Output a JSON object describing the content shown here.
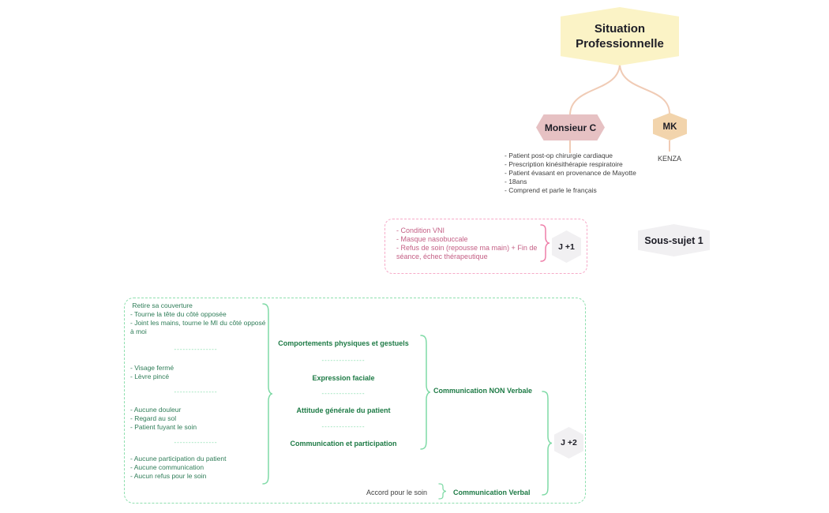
{
  "root_node": {
    "label": "Situation Professionnelle"
  },
  "monsieur_c": {
    "label": "Monsieur C",
    "details": [
      "- Patient post-op chirurgie cardiaque",
      "- Prescription kinésithérapie respiratoire",
      "- Patient évasant en provenance de Mayotte",
      "- 18ans",
      "- Comprend et parle le français"
    ]
  },
  "mk": {
    "label": "MK",
    "subtitle": "KENZA"
  },
  "day1": {
    "node_label": "J +1",
    "items": [
      "- Condition VNI",
      "- Masque nasobuccale",
      "- Refus de soin (repousse ma main) + Fin de séance, échec thérapeutique"
    ]
  },
  "sous_sujet": {
    "label": "Sous-sujet 1"
  },
  "day2": {
    "node_label": "J +2",
    "separator": "---------------",
    "observation_groups": [
      {
        "lines": [
          " Retire sa couverture",
          "- Tourne la tête du côté opposée",
          "- Joint les mains, tourne le MI du côté opposé à moi"
        ]
      },
      {
        "lines": [
          "- Visage fermé",
          "- Lèvre pincé"
        ]
      },
      {
        "lines": [
          "- Aucune douleur",
          "- Regard au sol",
          "- Patient fuyant le soin"
        ]
      },
      {
        "lines": [
          "- Aucune participation du patient",
          "- Aucune communication",
          "- Aucun refus pour le soin"
        ]
      }
    ],
    "categories": [
      "Comportements physiques et gestuels",
      "Expression faciale",
      "Attitude générale du patient",
      "Communication et participation"
    ],
    "non_verbal_label": "Communication NON Verbale",
    "accord_label": "Accord pour le soin",
    "verbal_label": "Communication Verbal"
  },
  "colors": {
    "root_fill": "#fbf3c6",
    "monsieur_fill": "#e6c1c3",
    "mk_fill": "#f2d4ac",
    "gray_node_fill": "#f1f0f2",
    "connector": "#f0cbb5",
    "pink_border": "#f6aac8",
    "pink_text": "#c45f85",
    "pink_brace": "#ee7fa9",
    "green_border": "#8edfaf",
    "green_text": "#2f7d58",
    "green_bold_text": "#1d7a45",
    "green_brace": "#7fdaa6",
    "body_text": "#3f3f3f",
    "node_text": "#1d1d26"
  }
}
